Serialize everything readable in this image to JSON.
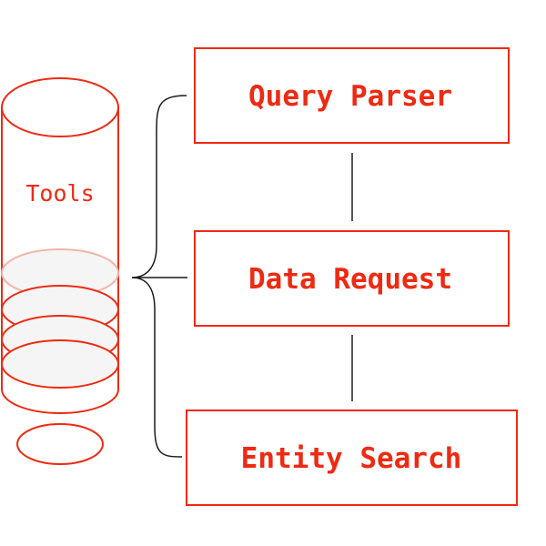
{
  "colors": {
    "accent": "#ee2a12",
    "disk_fill": "#f5f5f5",
    "connector": "#1a1a1a"
  },
  "cylinder": {
    "label": "Tools",
    "stacked_disks": 4
  },
  "boxes": [
    {
      "label": "Query Parser"
    },
    {
      "label": "Data Request"
    },
    {
      "label": "Entity Search"
    }
  ]
}
